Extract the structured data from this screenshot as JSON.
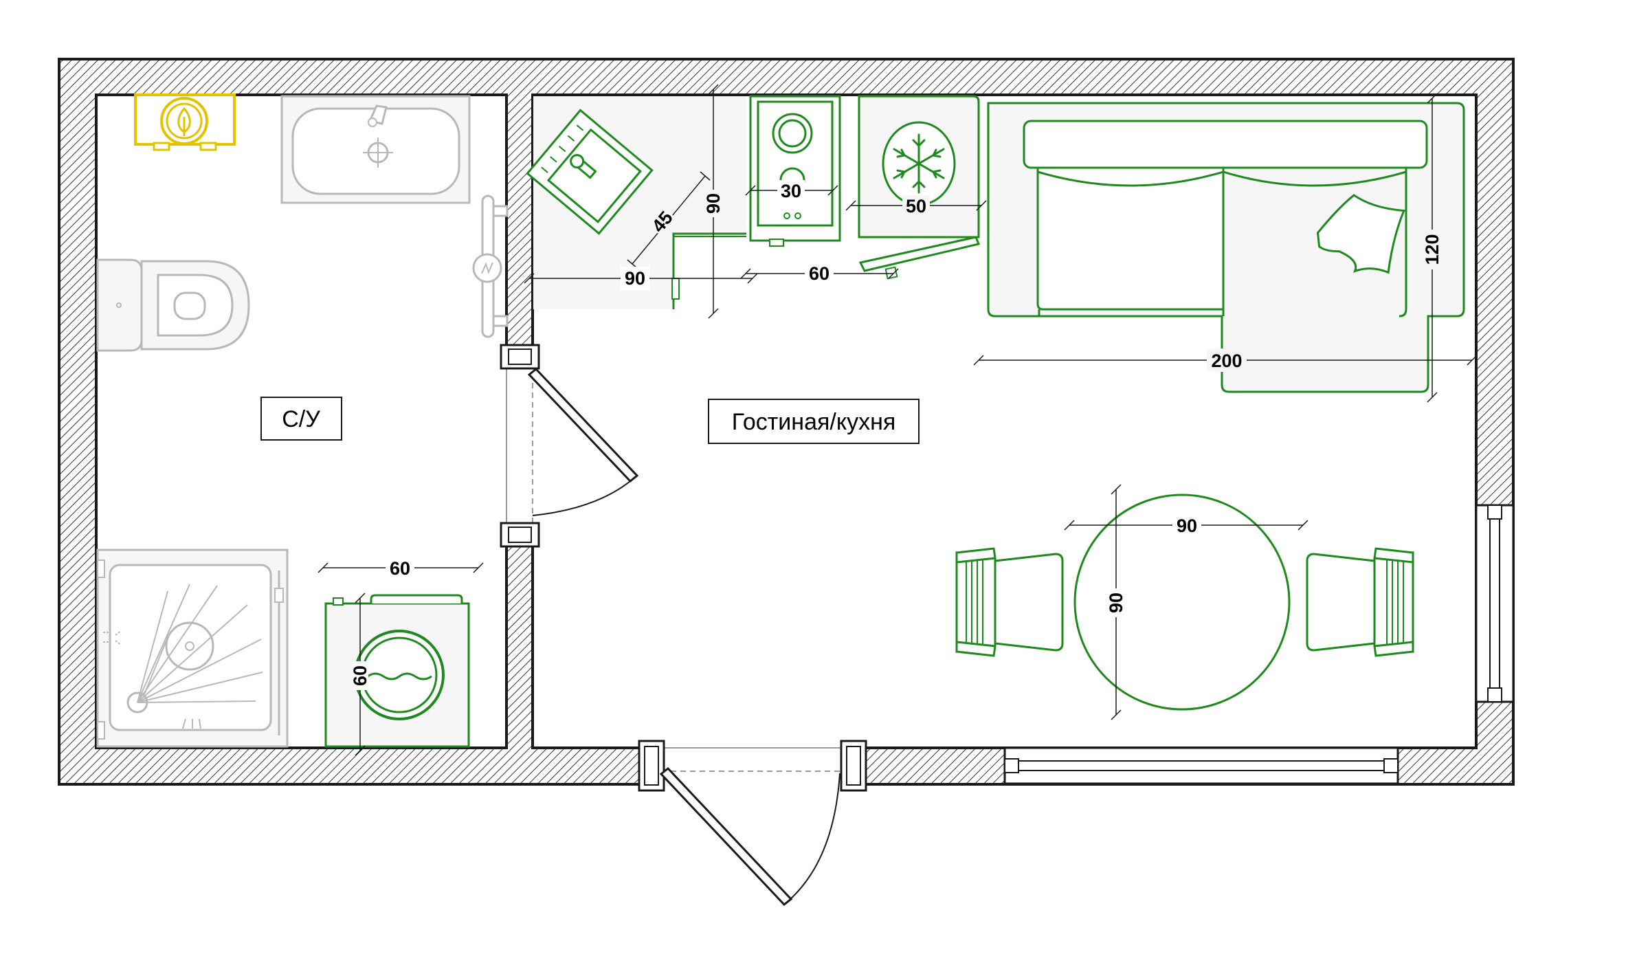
{
  "rooms": {
    "bathroom_label": "С/У",
    "living_label": "Гостиная/кухня"
  },
  "dimensions": {
    "sink_diag": "45",
    "counter_depth": "90",
    "counter_width": "90",
    "stove_width": "30",
    "stove_counter": "60",
    "fridge_width": "50",
    "sofa_width": "200",
    "sofa_depth": "120",
    "table_width": "90",
    "table_depth": "90",
    "washer_width": "60",
    "washer_depth": "60"
  },
  "colors": {
    "wall": "#1a1a1a",
    "furniture": "#1e8a1e",
    "fixture": "#b8b8b8",
    "boiler": "#e3c300",
    "fill": "#f6f6f6"
  }
}
